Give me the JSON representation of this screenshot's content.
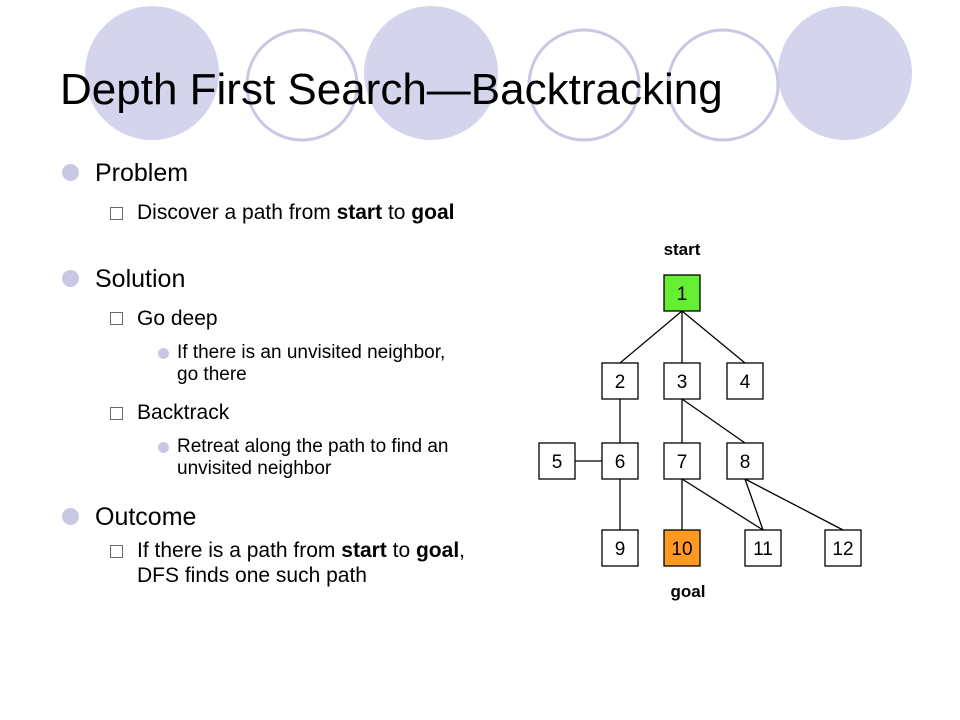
{
  "colors": {
    "background": "#ffffff",
    "decor_circle_fill": "#d4d4ec",
    "decor_circle_ring": "#c8c8e4",
    "bullet": "#c8c8e4",
    "start_node": "#66ee33",
    "goal_node": "#ff9922",
    "node_default": "#ffffff"
  },
  "slide": {
    "title": "Depth First Search—Backtracking",
    "problem": {
      "heading": "Problem",
      "item1": {
        "pre": "Discover a path from ",
        "bold1": "start",
        "mid": " to ",
        "bold2": "goal",
        "post": ""
      }
    },
    "solution": {
      "heading": "Solution",
      "go_deep": "Go deep",
      "go_deep_detail": "If there is an unvisited neighbor, go there",
      "backtrack": "Backtrack",
      "backtrack_detail": "Retreat along the path to find an unvisited neighbor"
    },
    "outcome": {
      "heading": "Outcome",
      "item1": {
        "pre": "If there is a path from ",
        "bold1": "start",
        "mid": " to ",
        "bold2": "goal",
        "post": ", DFS finds one such path"
      }
    }
  },
  "diagram": {
    "start_label": "start",
    "goal_label": "goal",
    "nodes": [
      {
        "id": "1",
        "label": "1",
        "state": "start"
      },
      {
        "id": "2",
        "label": "2",
        "state": "default"
      },
      {
        "id": "3",
        "label": "3",
        "state": "default"
      },
      {
        "id": "4",
        "label": "4",
        "state": "default"
      },
      {
        "id": "5",
        "label": "5",
        "state": "default"
      },
      {
        "id": "6",
        "label": "6",
        "state": "default"
      },
      {
        "id": "7",
        "label": "7",
        "state": "default"
      },
      {
        "id": "8",
        "label": "8",
        "state": "default"
      },
      {
        "id": "9",
        "label": "9",
        "state": "default"
      },
      {
        "id": "10",
        "label": "10",
        "state": "goal"
      },
      {
        "id": "11",
        "label": "11",
        "state": "default"
      },
      {
        "id": "12",
        "label": "12",
        "state": "default"
      }
    ],
    "edges": [
      [
        "1",
        "2"
      ],
      [
        "1",
        "3"
      ],
      [
        "1",
        "4"
      ],
      [
        "2",
        "6"
      ],
      [
        "5",
        "6"
      ],
      [
        "3",
        "7"
      ],
      [
        "3",
        "8"
      ],
      [
        "6",
        "9"
      ],
      [
        "7",
        "10"
      ],
      [
        "7",
        "11"
      ],
      [
        "8",
        "11"
      ],
      [
        "8",
        "12"
      ]
    ]
  }
}
